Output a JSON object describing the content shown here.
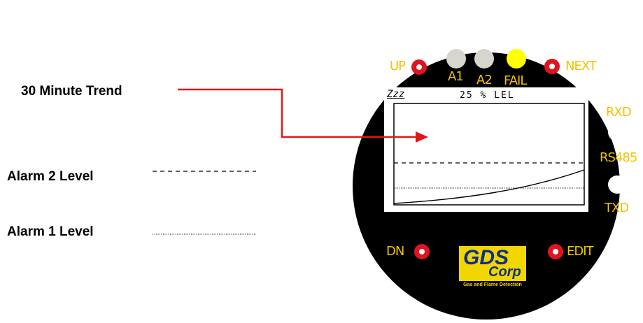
{
  "legend": {
    "trend_label": "30 Minute Trend",
    "alarm2_label": "Alarm 2 Level",
    "alarm1_label": "Alarm 1 Level"
  },
  "device": {
    "up_label": "UP",
    "next_label": "NEXT",
    "dn_label": "DN",
    "edit_label": "EDIT",
    "a1_label": "A1",
    "a2_label": "A2",
    "fail_label": "FAIL",
    "rxd_label": "RXD",
    "rs485_label": "RS485",
    "txd_label": "TXD",
    "screen": {
      "sleep_icon_text": "Zzz",
      "title": "25 % LEL"
    },
    "logo": {
      "brand": "GDS",
      "sub": "Corp",
      "tagline": "Gas and Flame Detection"
    }
  },
  "colors": {
    "arrow": "#e01818",
    "button": "#e0141e",
    "label_text": "#f2c200",
    "led_off": "#d8d5cf",
    "led_fail": "#ffff00",
    "logo_bg": "#f2d600",
    "logo_text": "#0c2f8a"
  }
}
